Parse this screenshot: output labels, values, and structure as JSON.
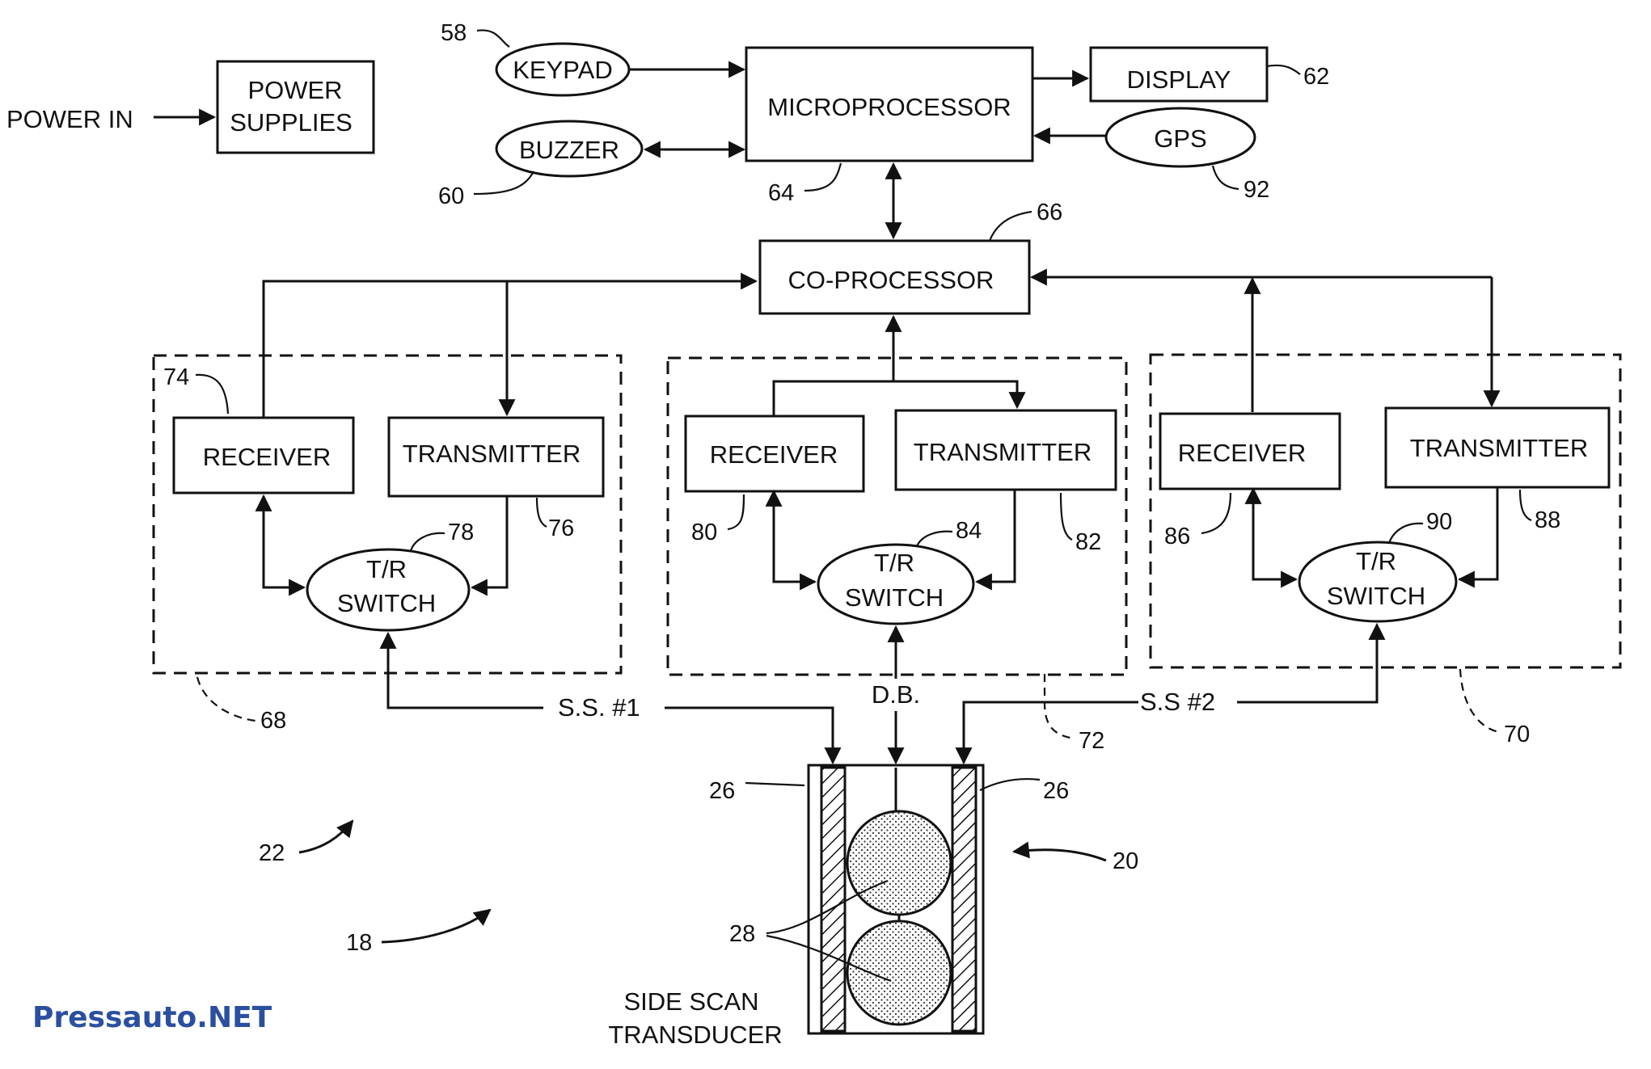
{
  "labels": {
    "power_in": "POWER IN",
    "power_supplies_1": "POWER",
    "power_supplies_2": "SUPPLIES",
    "keypad": "KEYPAD",
    "buzzer": "BUZZER",
    "microprocessor": "MICROPROCESSOR",
    "display": "DISPLAY",
    "gps": "GPS",
    "co_processor": "CO-PROCESSOR",
    "receiver": "RECEIVER",
    "transmitter": "TRANSMITTER",
    "tr_1": "T/R",
    "tr_2": "SWITCH",
    "ss1": "S.S. #1",
    "db": "D.B.",
    "ss2": "S.S #2",
    "side_scan_1": "SIDE SCAN",
    "side_scan_2": "TRANSDUCER"
  },
  "refs": {
    "r58": "58",
    "r60": "60",
    "r62": "62",
    "r64": "64",
    "r66": "66",
    "r92": "92",
    "r74": "74",
    "r76": "76",
    "r78": "78",
    "r80": "80",
    "r82": "82",
    "r84": "84",
    "r86": "86",
    "r88": "88",
    "r90": "90",
    "r68": "68",
    "r72": "72",
    "r70": "70",
    "r26a": "26",
    "r26b": "26",
    "r20": "20",
    "r22": "22",
    "r28": "28",
    "r18": "18"
  },
  "watermark": "Pressauto.NET",
  "colors": {
    "ink": "#111111",
    "watermark": "#2b4fa0"
  }
}
